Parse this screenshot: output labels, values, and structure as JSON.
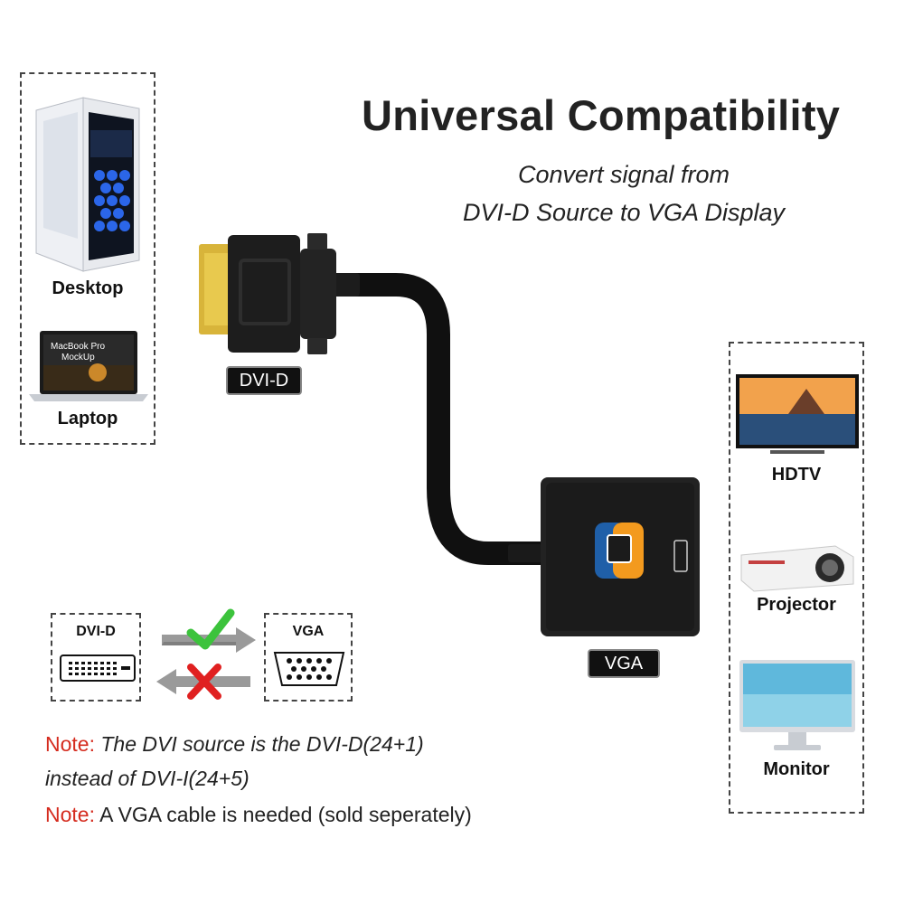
{
  "header": {
    "title": "Universal Compatibility",
    "subtitle_line1": "Convert signal from",
    "subtitle_line2": "DVI-D Source to VGA Display"
  },
  "sources": {
    "items": [
      {
        "label": "Desktop",
        "icon": "desktop-pc-icon"
      },
      {
        "label": "Laptop",
        "icon": "laptop-icon"
      }
    ],
    "laptop_screen_text_1": "MacBook Pro",
    "laptop_screen_text_2": "MockUp"
  },
  "displays": {
    "items": [
      {
        "label": "HDTV",
        "icon": "hdtv-icon"
      },
      {
        "label": "Projector",
        "icon": "projector-icon"
      },
      {
        "label": "Monitor",
        "icon": "monitor-icon"
      }
    ]
  },
  "adapter": {
    "dvi_tag": "DVI-D",
    "vga_tag": "VGA"
  },
  "direction": {
    "dvi_label": "DVI-D",
    "vga_label": "VGA",
    "supported_icon": "checkmark-icon",
    "unsupported_icon": "cross-icon"
  },
  "notes": {
    "prefix": "Note:",
    "note1_line1": "The DVI source is the DVI-D(24+1)",
    "note1_line2": "instead of DVI-I(24+5)",
    "note2": "A VGA cable is needed (sold seperately)"
  },
  "colors": {
    "note_red": "#d52b1e",
    "check_green": "#3cc33c",
    "cross_red": "#e02020",
    "logo_blue": "#1f5fa8",
    "logo_orange": "#f39a1e"
  }
}
